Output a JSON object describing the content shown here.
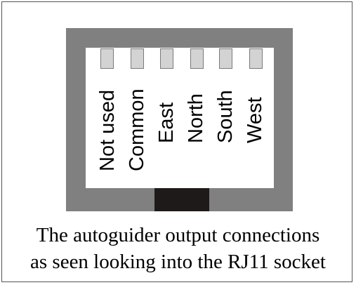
{
  "diagram": {
    "pins": [
      {
        "label": "Not used"
      },
      {
        "label": "Common"
      },
      {
        "label": "East"
      },
      {
        "label": "North"
      },
      {
        "label": "South"
      },
      {
        "label": "West"
      }
    ],
    "caption_line1": "The autoguider output connections",
    "caption_line2": "as seen looking into the RJ11 socket",
    "colors": {
      "socket_body": "#808080",
      "pin_contact": "#d3d3d3",
      "latch_notch": "#1f1a1a"
    }
  }
}
